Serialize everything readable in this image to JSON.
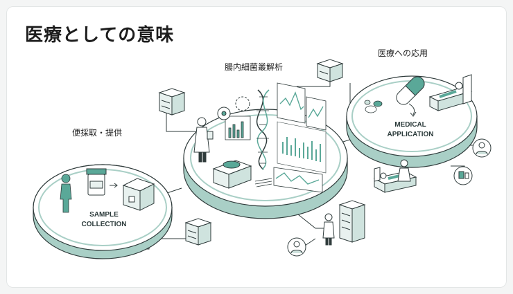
{
  "title": "医療としての意味",
  "labels": {
    "collection": "便採取・提供",
    "analysis": "腸内細菌叢解析",
    "application": "医療への応用"
  },
  "platforms": {
    "sample_line1": "SAMPLE",
    "sample_line2": "COLLECTION",
    "medical_line1": "MEDICAL",
    "medical_line2": "APPLICATION"
  },
  "colors": {
    "platform_rim": "#a9cfc6",
    "accent_teal": "#5aa898",
    "line": "#2f3b3b",
    "fill": "#e8f1ef"
  }
}
